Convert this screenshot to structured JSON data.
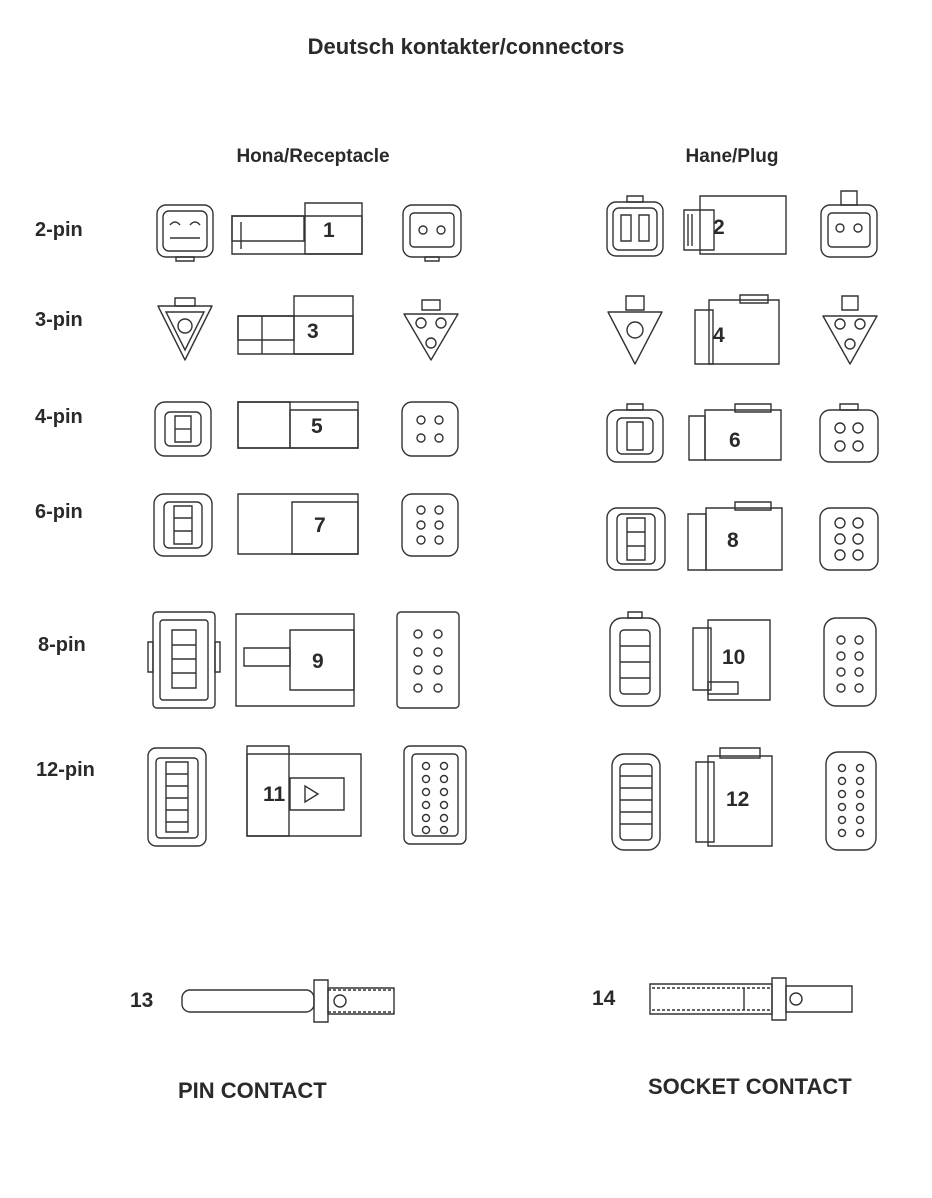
{
  "title": "Deutsch kontakter/connectors",
  "columns": {
    "receptacle": "Hona/Receptacle",
    "plug": "Hane/Plug"
  },
  "rows": [
    {
      "label": "2-pin",
      "receptacle_no": "1",
      "plug_no": "2"
    },
    {
      "label": "3-pin",
      "receptacle_no": "3",
      "plug_no": "4"
    },
    {
      "label": "4-pin",
      "receptacle_no": "5",
      "plug_no": "6"
    },
    {
      "label": "6-pin",
      "receptacle_no": "7",
      "plug_no": "8"
    },
    {
      "label": "8-pin",
      "receptacle_no": "9",
      "plug_no": "10"
    },
    {
      "label": "12-pin",
      "receptacle_no": "11",
      "plug_no": "12"
    }
  ],
  "contacts": {
    "pin": {
      "number": "13",
      "label": "PIN CONTACT"
    },
    "socket": {
      "number": "14",
      "label": "SOCKET CONTACT"
    }
  }
}
